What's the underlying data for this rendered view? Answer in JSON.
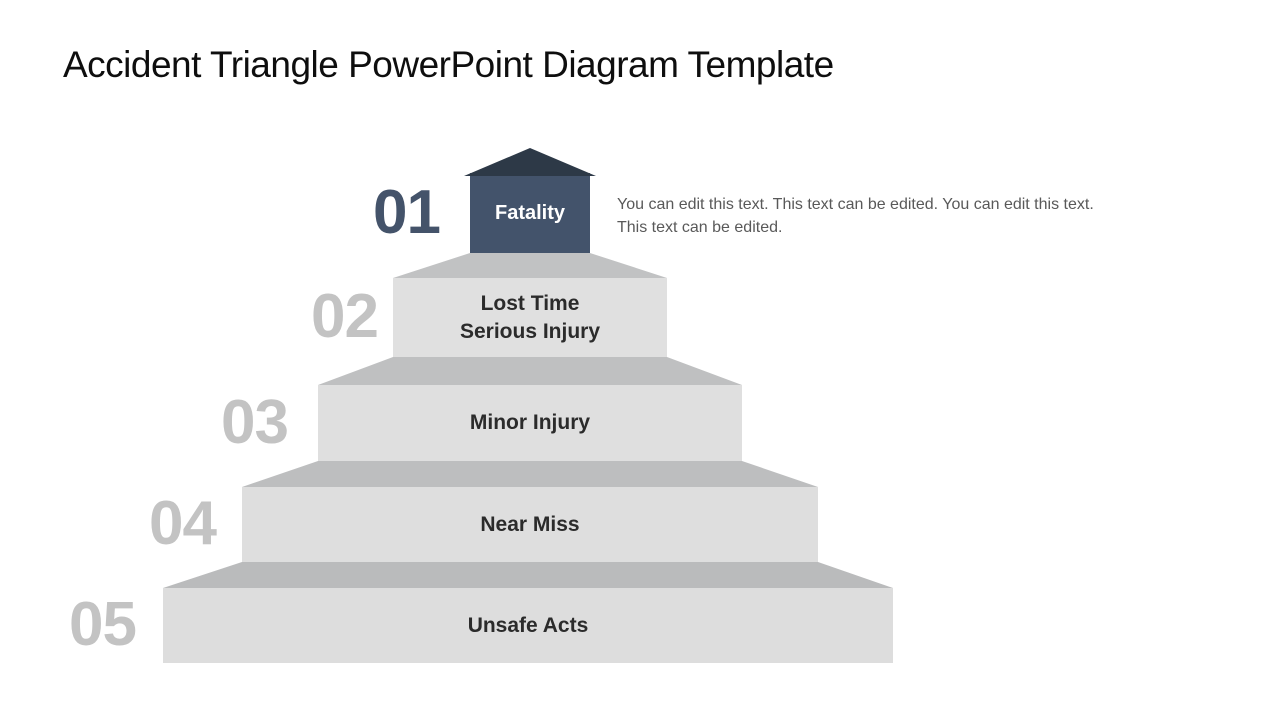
{
  "slide": {
    "title": "Accident Triangle PowerPoint Diagram Template",
    "description": "You can edit this text. This text can be edited. You can edit this text. This text can be edited.",
    "levels": [
      {
        "number": "01",
        "label": "Fatality"
      },
      {
        "number": "02",
        "label": "Lost Time\nSerious Injury"
      },
      {
        "number": "03",
        "label": "Minor Injury"
      },
      {
        "number": "04",
        "label": "Near Miss"
      },
      {
        "number": "05",
        "label": "Unsafe Acts"
      }
    ],
    "colors": {
      "roof_dark_navy": "#2d3947",
      "block_navy": "#43536b",
      "number_navy": "#44536a",
      "number_gray": "#c3c3c3",
      "step_face_gray": "#dfdfdf",
      "step_top_gray": "#c0c1c2",
      "label_text": "#2b2b2b",
      "description_text": "#595959"
    }
  }
}
